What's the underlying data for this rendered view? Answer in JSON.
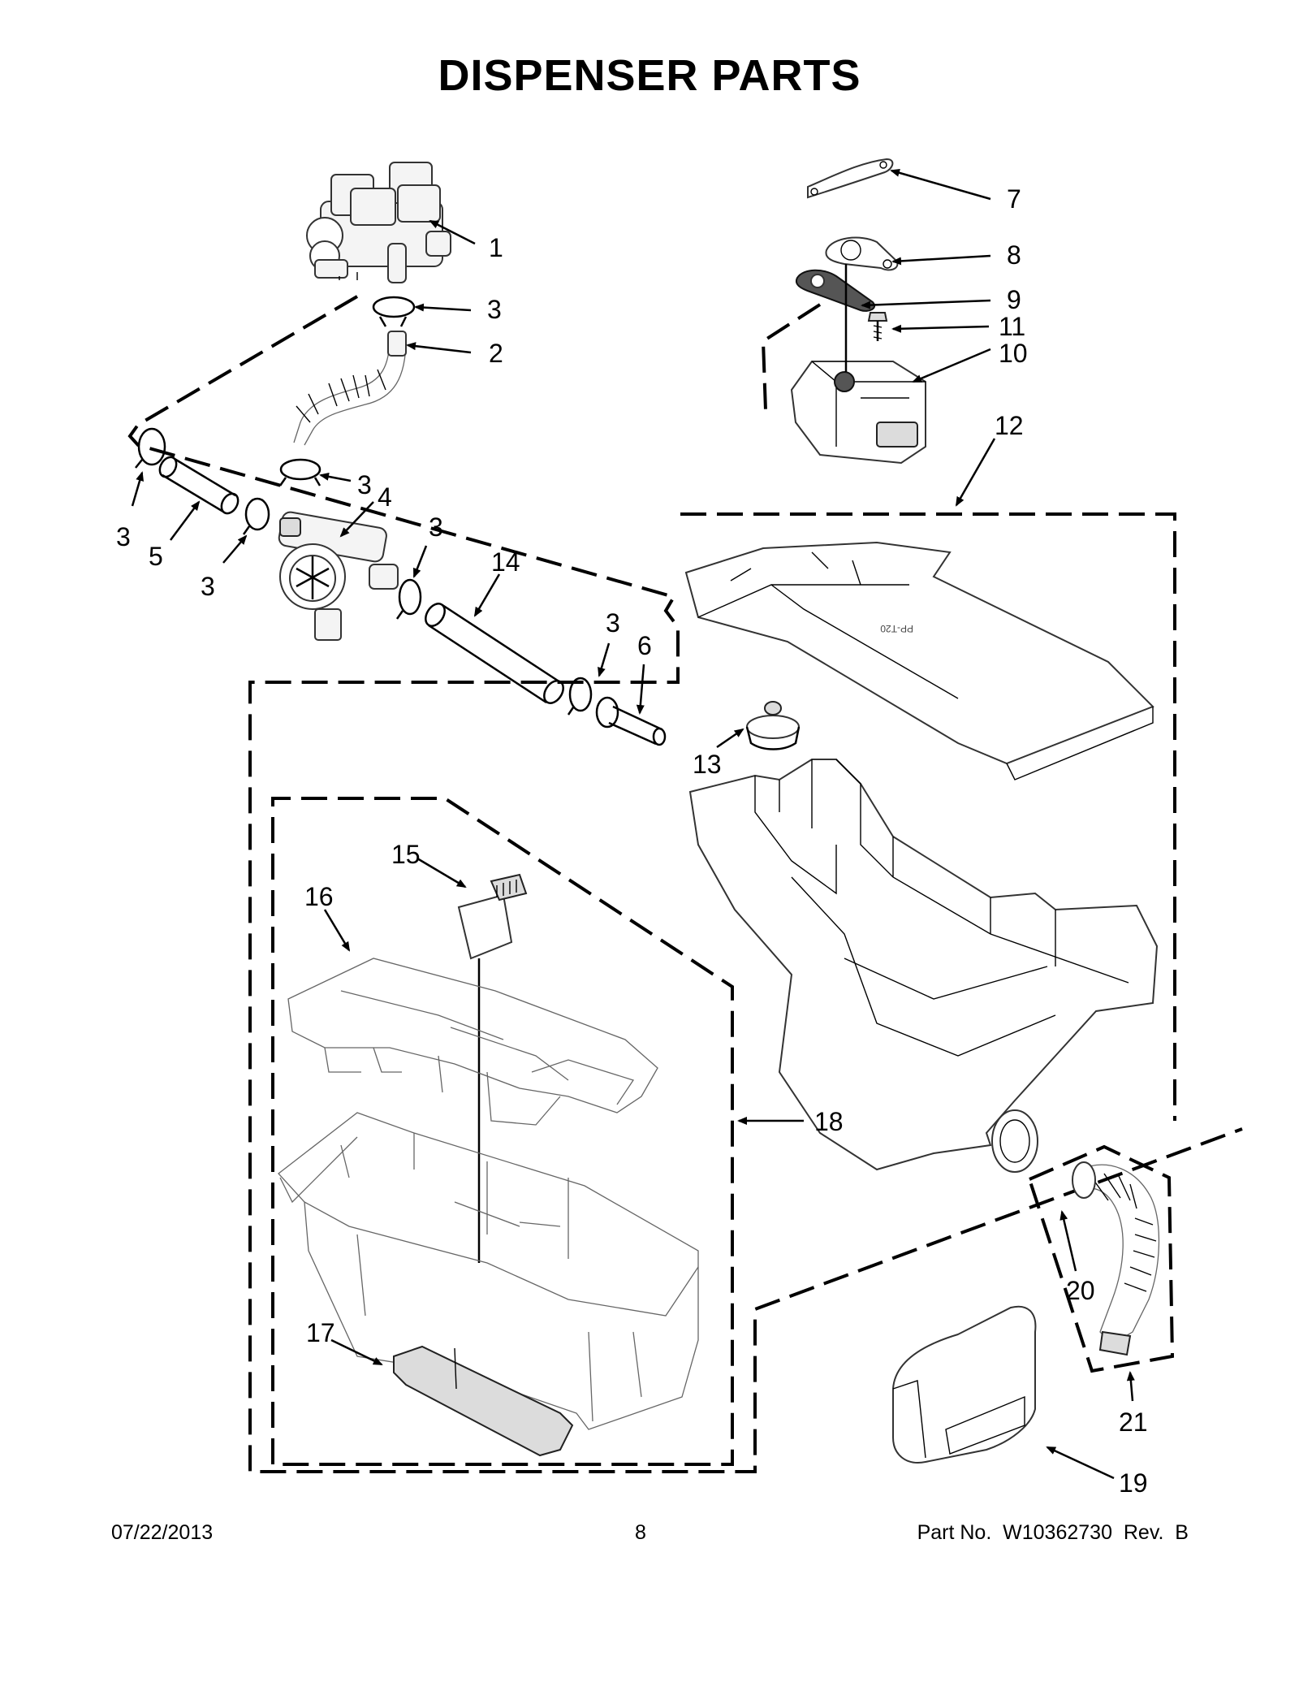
{
  "title": "DISPENSER PARTS",
  "callouts": [
    "1",
    "3",
    "2",
    "3",
    "3",
    "4",
    "5",
    "3",
    "3",
    "14",
    "3",
    "6",
    "13",
    "7",
    "8",
    "9",
    "11",
    "10",
    "12",
    "15",
    "16",
    "18",
    "17",
    "20",
    "21",
    "19"
  ],
  "footer": {
    "date": "07/22/2013",
    "page": "8",
    "part_no": "Part No.  W10362730  Rev.  B"
  }
}
